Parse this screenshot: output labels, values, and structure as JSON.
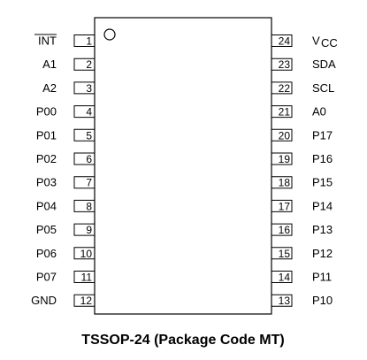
{
  "caption": "TSSOP-24 (Package Code MT)",
  "pins_left": [
    {
      "number": "1",
      "name": "INT",
      "overline": true
    },
    {
      "number": "2",
      "name": "A1"
    },
    {
      "number": "3",
      "name": "A2"
    },
    {
      "number": "4",
      "name": "P00"
    },
    {
      "number": "5",
      "name": "P01"
    },
    {
      "number": "6",
      "name": "P02"
    },
    {
      "number": "7",
      "name": "P03"
    },
    {
      "number": "8",
      "name": "P04"
    },
    {
      "number": "9",
      "name": "P05"
    },
    {
      "number": "10",
      "name": "P06"
    },
    {
      "number": "11",
      "name": "P07"
    },
    {
      "number": "12",
      "name": "GND"
    }
  ],
  "pins_right": [
    {
      "number": "24",
      "name": "V",
      "subscript": "CC"
    },
    {
      "number": "23",
      "name": "SDA"
    },
    {
      "number": "22",
      "name": "SCL"
    },
    {
      "number": "21",
      "name": "A0"
    },
    {
      "number": "20",
      "name": "P17"
    },
    {
      "number": "19",
      "name": "P16"
    },
    {
      "number": "18",
      "name": "P15"
    },
    {
      "number": "17",
      "name": "P14"
    },
    {
      "number": "16",
      "name": "P13"
    },
    {
      "number": "15",
      "name": "P12"
    },
    {
      "number": "14",
      "name": "P11"
    },
    {
      "number": "13",
      "name": "P10"
    }
  ]
}
